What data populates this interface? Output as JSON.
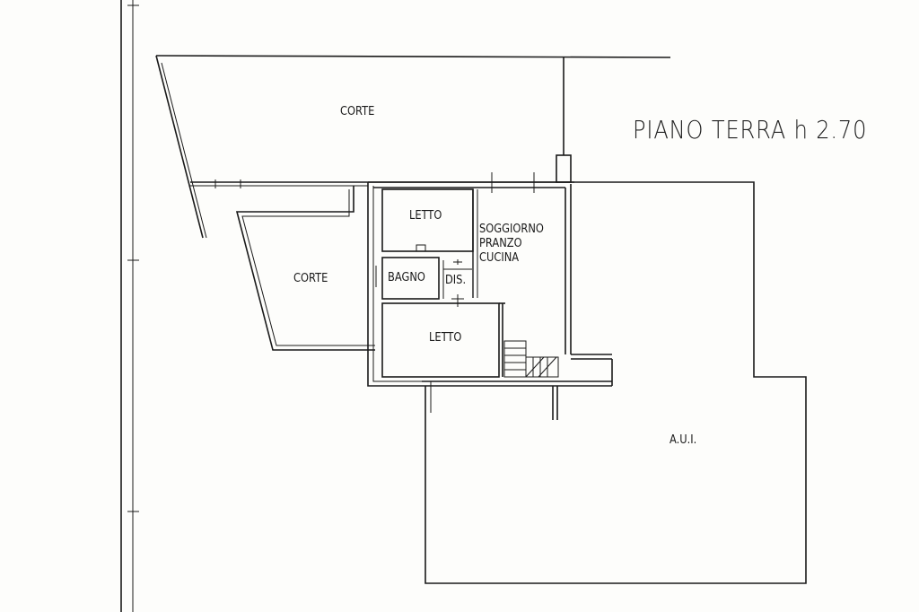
{
  "title": "PIANO TERRA h 2.70",
  "rooms": {
    "corte_top": "CORTE",
    "corte_left": "CORTE",
    "letto_top": "LETTO",
    "soggiorno_line1": "SOGGIORNO",
    "soggiorno_line2": "PRANZO",
    "soggiorno_line3": "CUCINA",
    "bagno": "BAGNO",
    "dis": "DIS.",
    "letto_bottom": "LETTO",
    "aui": "A.U.I."
  },
  "colors": {
    "line": "#1a1a1a",
    "background": "#fdfdfb"
  }
}
